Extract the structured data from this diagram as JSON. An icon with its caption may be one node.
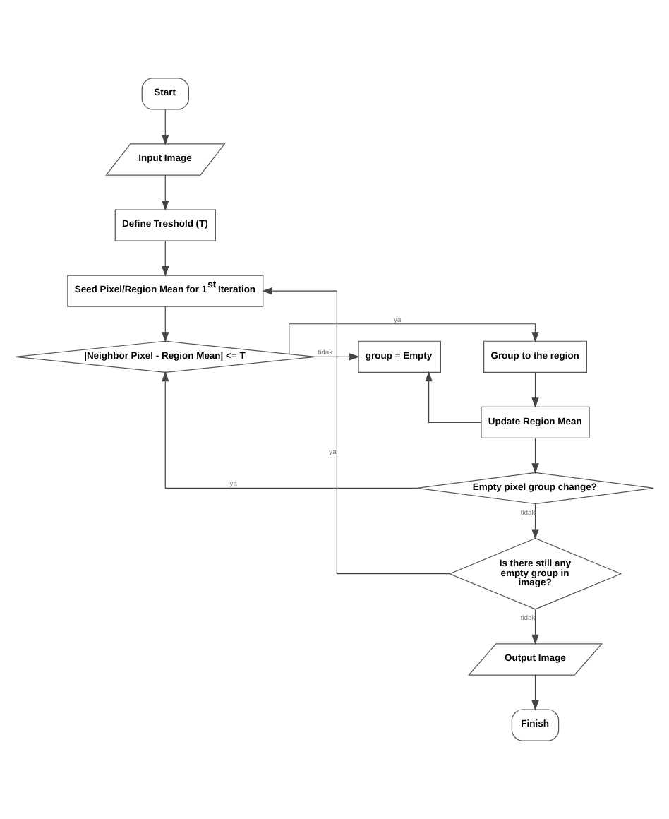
{
  "diagram": {
    "nodes": [
      {
        "text": [
          "Start"
        ]
      },
      {
        "text": [
          "Input Image"
        ]
      },
      {
        "text": [
          "Define Treshold (T)"
        ]
      },
      {
        "text": [
          "Seed Pixel/Region Mean for 1$^{st}$ Iteration"
        ]
      },
      {
        "text": [
          "|Neighbor Pixel - Region Mean| <= T"
        ]
      },
      {
        "text": [
          "Group to the region"
        ]
      },
      {
        "text": [
          "group = Empty"
        ]
      },
      {
        "text": [
          "Update Region Mean"
        ]
      },
      {
        "text": [
          "Empty pixel group change?"
        ]
      },
      {
        "text": [
          "Is there still any empty group in image?"
        ]
      },
      {
        "text": [
          "Output Image"
        ]
      },
      {
        "text": [
          "Finish"
        ]
      }
    ],
    "edges": [
      {
        "from": 0,
        "to": 1,
        "arrow": "to"
      },
      {
        "from": 1,
        "to": 2,
        "arrow": "to"
      },
      {
        "from": 2,
        "to": 3,
        "arrow": "to"
      },
      {
        "from": 3,
        "to": 4,
        "arrow": "to"
      },
      {
        "from": 4,
        "to": 5,
        "arrow": "to",
        "label": "ya"
      },
      {
        "from": 4,
        "to": 6,
        "arrow": "to",
        "label": "tidak"
      },
      {
        "from": 5,
        "to": 7,
        "arrow": "to"
      },
      {
        "from": 7,
        "to": 6,
        "arrow": "to"
      },
      {
        "from": 7,
        "to": 8,
        "arrow": "to"
      },
      {
        "from": 8,
        "to": 4,
        "arrow": "to",
        "label": "ya"
      },
      {
        "from": 8,
        "to": 9,
        "arrow": "to",
        "label": "tidak"
      },
      {
        "from": 9,
        "to": 3,
        "arrow": "to",
        "label": "ya"
      },
      {
        "from": 9,
        "to": 10,
        "arrow": "to",
        "label": "tidak"
      },
      {
        "from": 10,
        "to": 11,
        "arrow": "to"
      }
    ]
  }
}
